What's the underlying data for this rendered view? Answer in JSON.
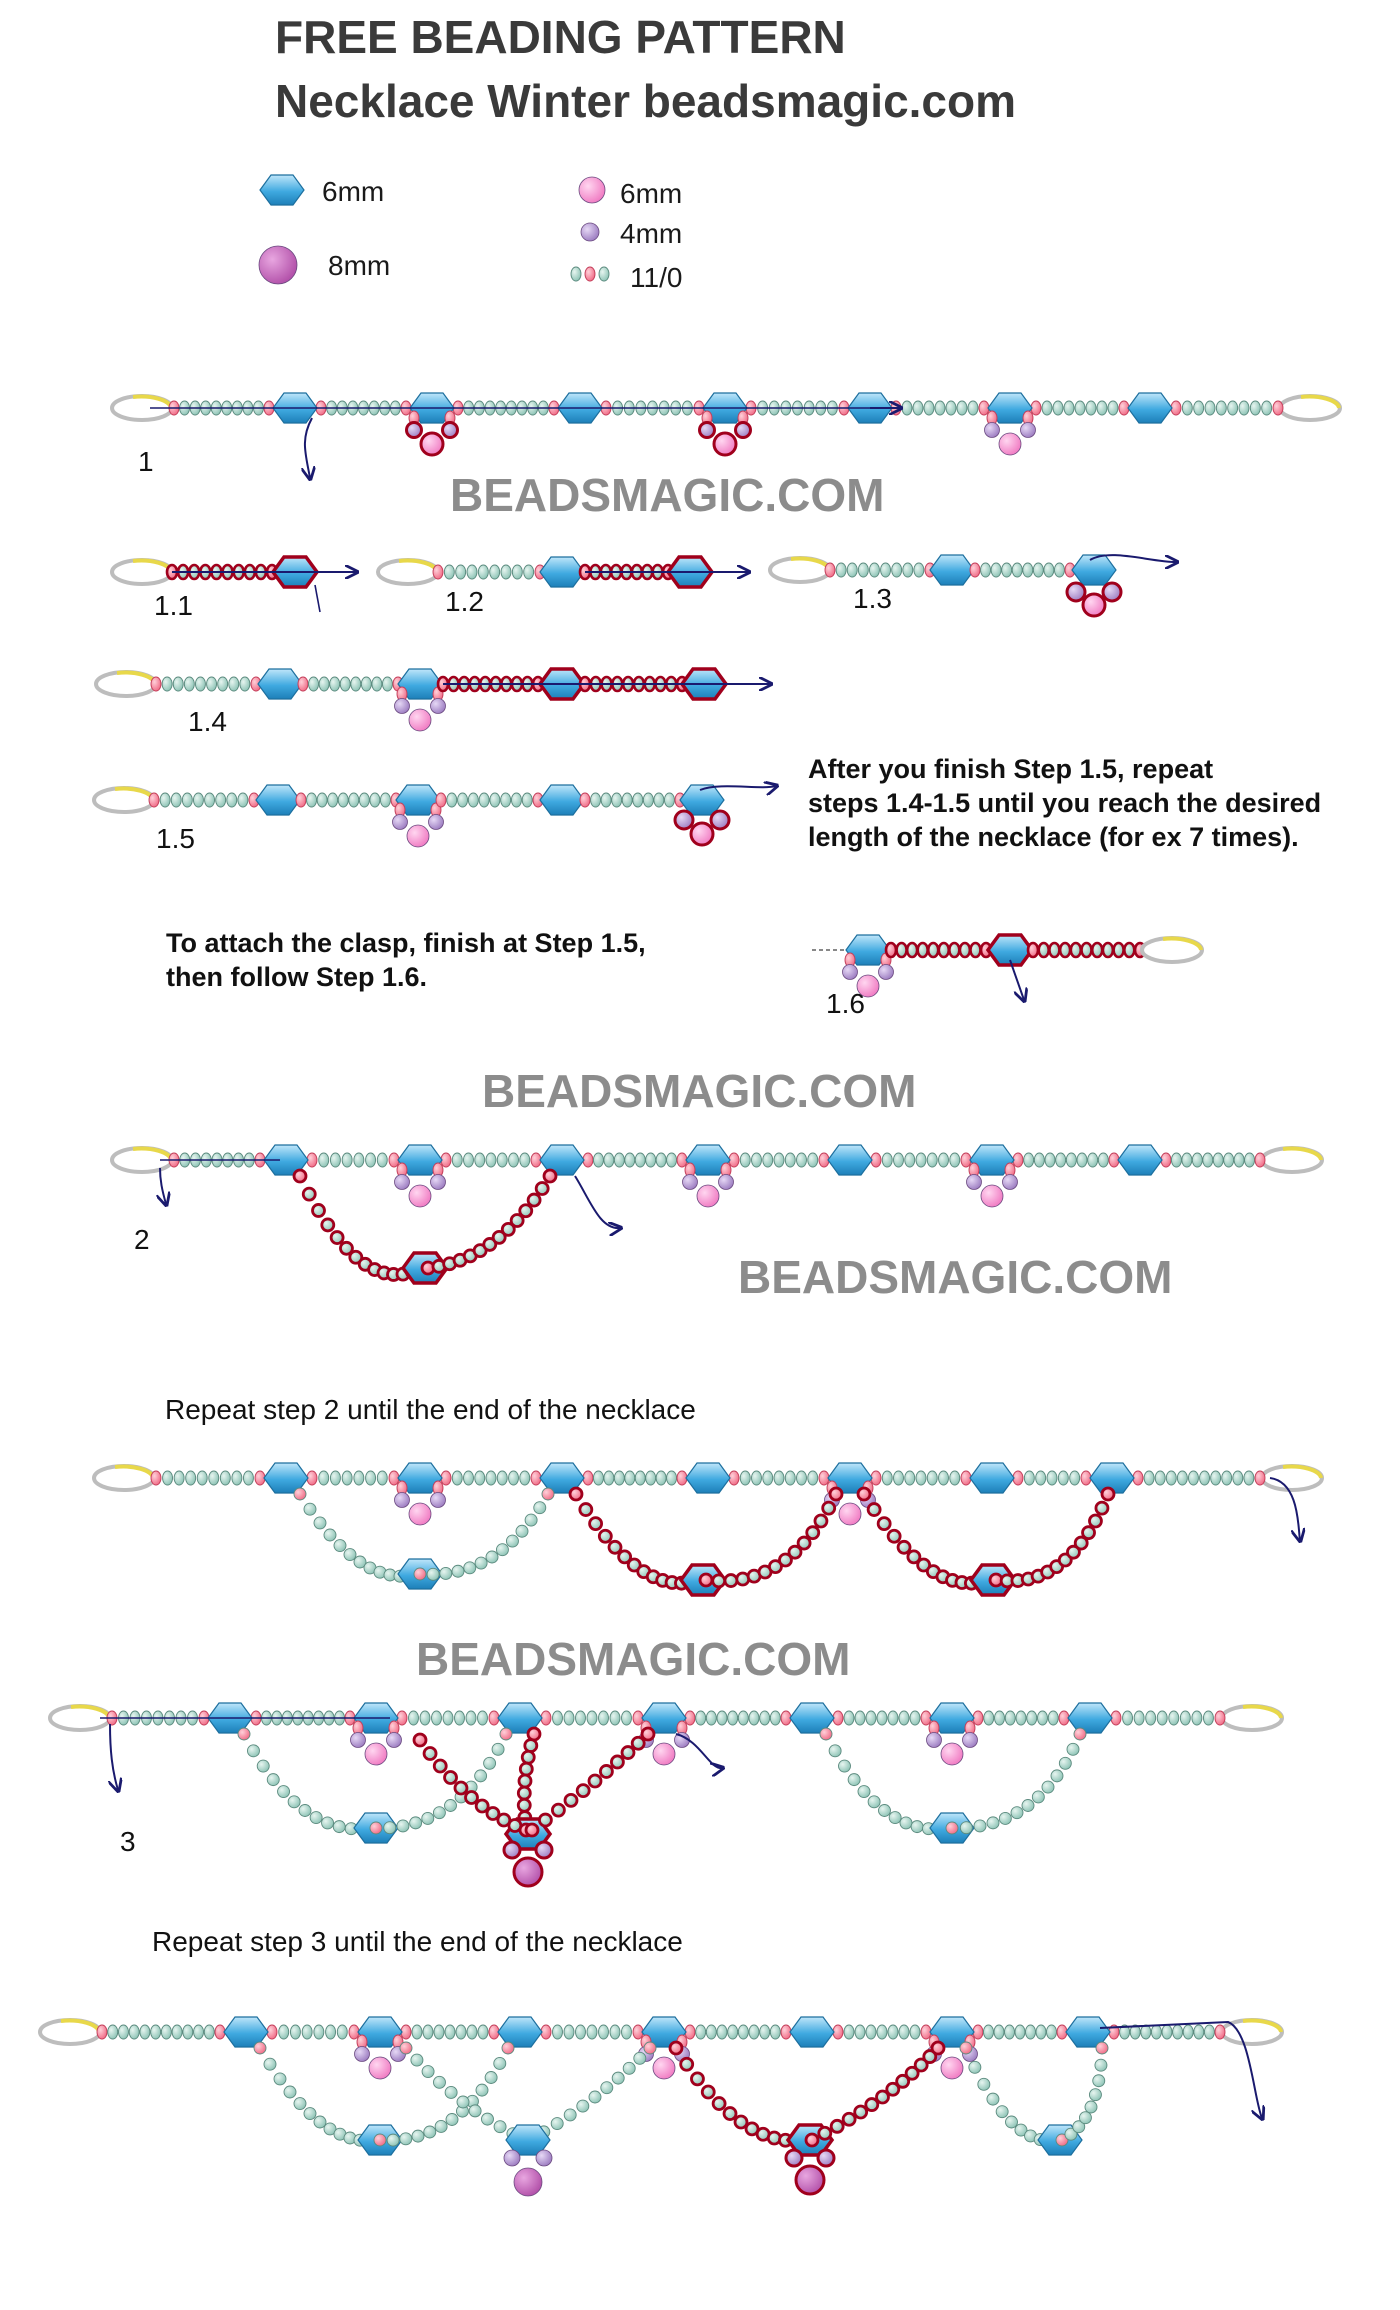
{
  "header": {
    "title_line1": "FREE BEADING PATTERN",
    "title_line2": "Necklace Winter   beadsmagic.com"
  },
  "legend": {
    "crystal_6mm": "6mm",
    "pearl_8mm": "8mm",
    "pearl_6mm": "6mm",
    "pearl_4mm": "4mm",
    "seed_11_0": "11/0"
  },
  "watermark": "BEADSMAGIC.COM",
  "steps": {
    "s1": "1",
    "s1_1": "1.1",
    "s1_2": "1.2",
    "s1_3": "1.3",
    "s1_4": "1.4",
    "s1_5": "1.5",
    "s1_6": "1.6",
    "s2": "2",
    "s3": "3"
  },
  "notes": {
    "repeat_1_5_line1": "After you finish Step 1.5, repeat",
    "repeat_1_5_line2": "steps 1.4-1.5 until you reach the desired",
    "repeat_1_5_line3": "length of the necklace (for ex 7 times).",
    "clasp_line1": "To attach the clasp, finish at Step 1.5,",
    "clasp_line2": "then follow Step 1.6.",
    "repeat_step2": "Repeat step 2 until the end of the necklace",
    "repeat_step3": "Repeat step 3 until the end of the necklace"
  },
  "colors": {
    "crystal": "#3fa9e0",
    "seed": "#8cc3b5",
    "pink_seed": "#f06a85",
    "pink_pearl": "#f07ac2",
    "purple_pearl": "#9b7bc0",
    "big_pearl": "#b14fa8",
    "thread_path": "#a0001c",
    "arrow": "#1a1a6e",
    "ring": "#e8d84a"
  }
}
